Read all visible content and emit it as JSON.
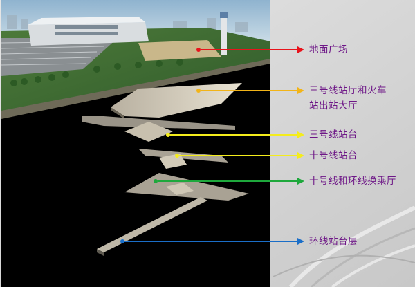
{
  "callouts": [
    {
      "id": "ground-plaza",
      "lines": [
        "地面广场"
      ],
      "color": "#e8141c"
    },
    {
      "id": "line3-hall",
      "lines": [
        "三号线站厅和火车",
        "站出站大厅"
      ],
      "color": "#f2b418"
    },
    {
      "id": "line3-platform",
      "lines": [
        "三号线站台"
      ],
      "color": "#f4ec1c"
    },
    {
      "id": "line10-platform",
      "lines": [
        "十号线站台"
      ],
      "color": "#f4ec1c"
    },
    {
      "id": "interchange-hall",
      "lines": [
        "十号线和环线换乘厅"
      ],
      "color": "#1ea83c"
    },
    {
      "id": "loop-platform",
      "lines": [
        "环线站台层"
      ],
      "color": "#1a6ec8"
    }
  ]
}
